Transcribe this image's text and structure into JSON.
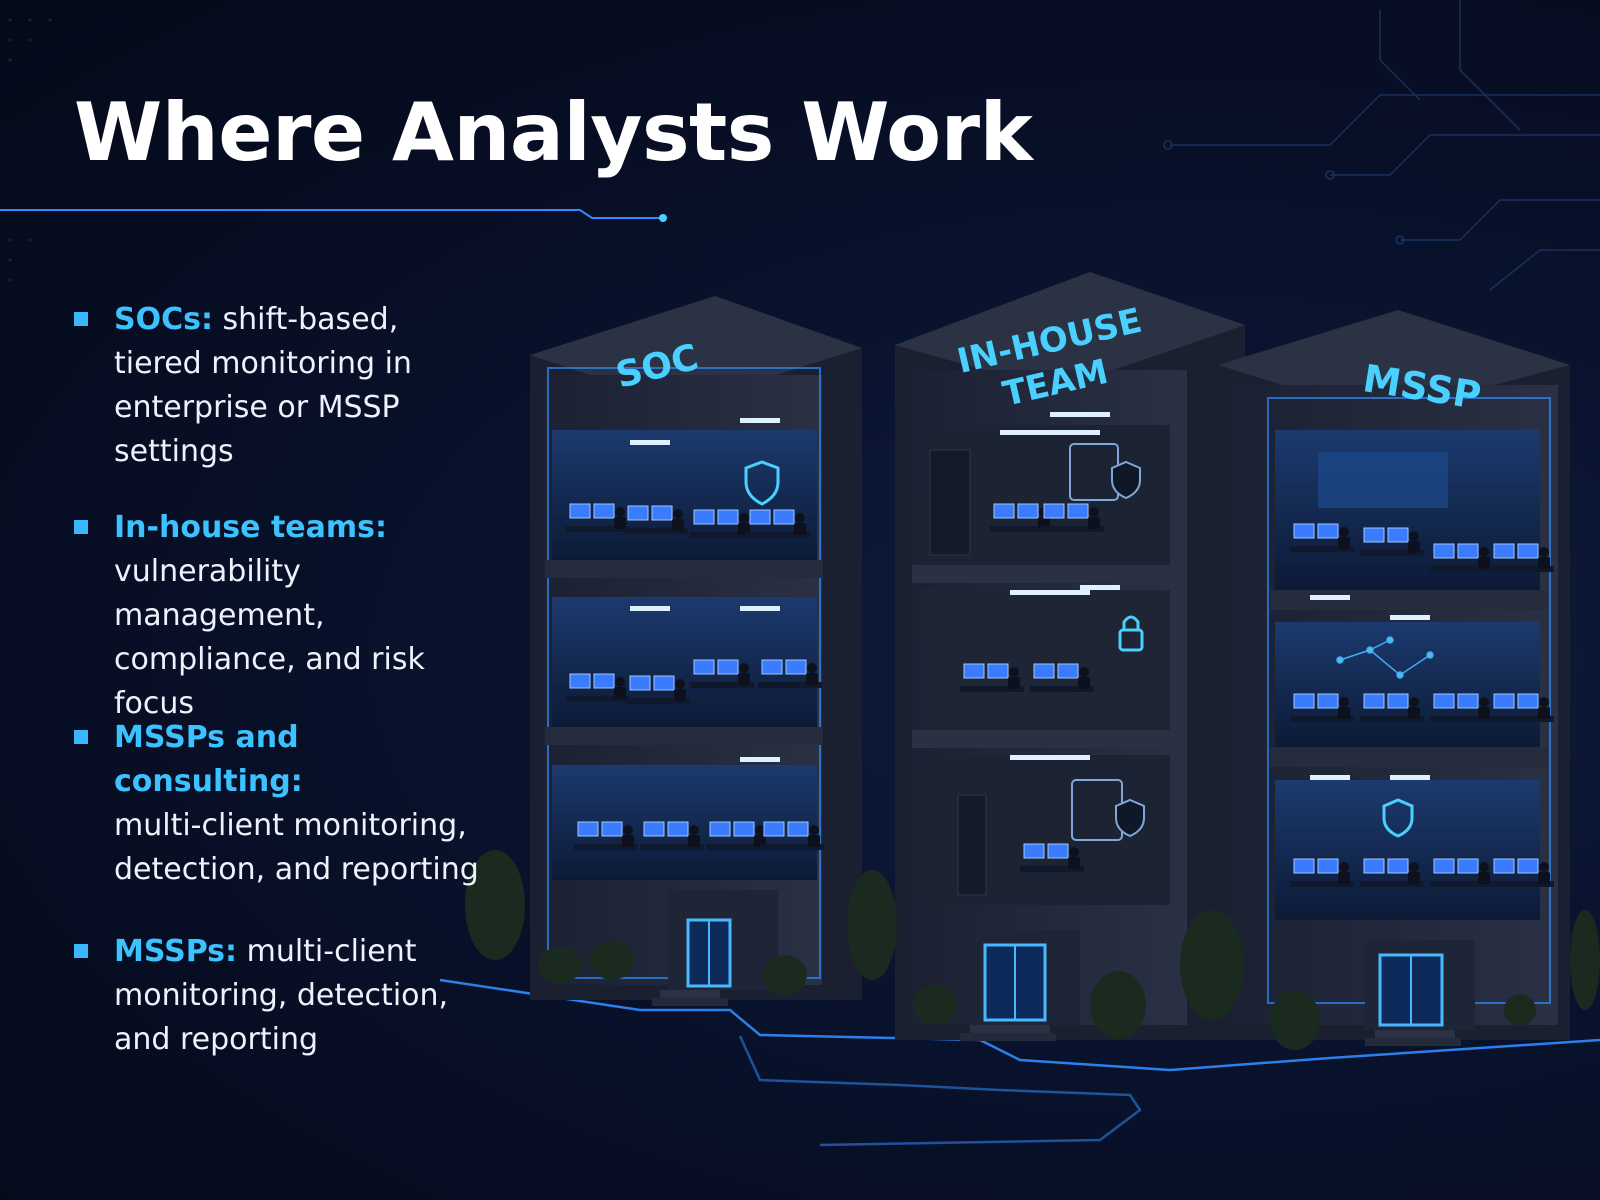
{
  "title": "Where Analysts Work",
  "bullets": [
    {
      "term": "SOCs:",
      "desc": "shift-based, tiered monitoring in enterprise or MSSP settings"
    },
    {
      "term": "In-house teams:",
      "desc": "vulnerability management, compliance, and risk focus"
    },
    {
      "term": "MSSPs and consulting:",
      "desc": "multi-client monitoring, detection, and reporting"
    },
    {
      "term": "MSSPs:",
      "desc": "multi-client monitoring, detection, and reporting"
    }
  ],
  "buildings": {
    "soc": "SOC",
    "inhouse_line1": "IN-HOUSE",
    "inhouse_line2": "TEAM",
    "mssp": "MSSP"
  },
  "colors": {
    "accent": "#3cc2ff",
    "background": "#070d22",
    "neon": "#2f8cff"
  }
}
